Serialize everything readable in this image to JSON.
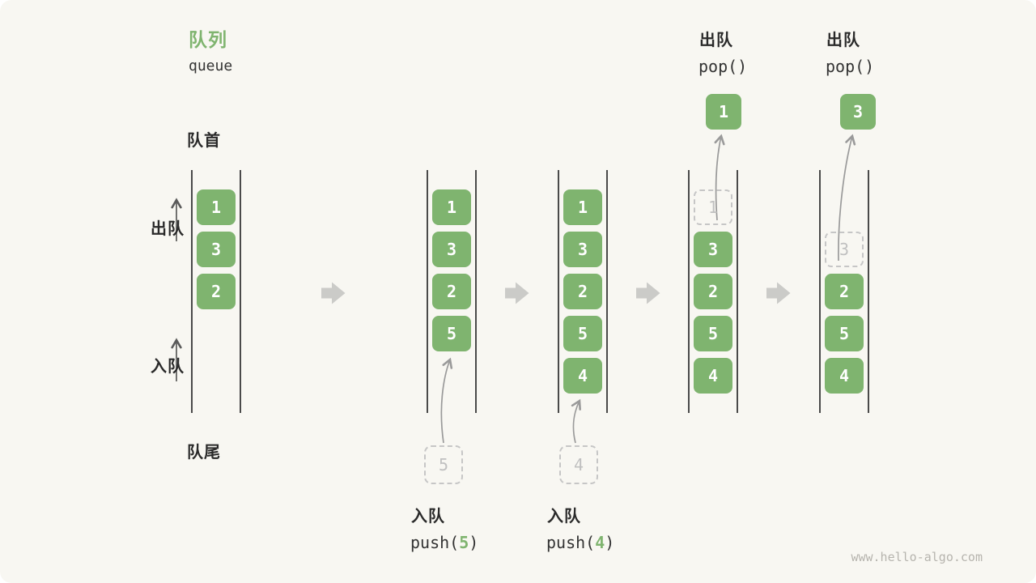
{
  "header": {
    "title": "队列",
    "subtitle": "queue"
  },
  "side_labels": {
    "front": "队首",
    "rear": "队尾",
    "dequeue": "出队",
    "enqueue": "入队"
  },
  "states": [
    {
      "cells": [
        "1",
        "3",
        "2"
      ]
    },
    {
      "cells": [
        "1",
        "3",
        "2",
        "5"
      ],
      "pending": "5",
      "op": {
        "name": "入队",
        "code_pre": "push(",
        "arg": "5",
        "code_post": ")"
      }
    },
    {
      "cells": [
        "1",
        "3",
        "2",
        "5",
        "4"
      ],
      "pending": "4",
      "op": {
        "name": "入队",
        "code_pre": "push(",
        "arg": "4",
        "code_post": ")"
      }
    },
    {
      "cells": [
        "3",
        "2",
        "5",
        "4"
      ],
      "popped": "1",
      "op": {
        "name": "出队",
        "code": "pop()"
      }
    },
    {
      "cells": [
        "2",
        "5",
        "4"
      ],
      "popped": "3",
      "op": {
        "name": "出队",
        "code": "pop()"
      }
    }
  ],
  "watermark": "www.hello-algo.com",
  "colors": {
    "green": "#7fb46f",
    "bg": "#f8f7f2",
    "line": "#4a4a4a",
    "ghost": "#c6c6c6",
    "ghost_text": "#c0c0c0",
    "text": "#2a2a2a",
    "mono_text": "#333333",
    "flow_arrow": "#cbcbc8",
    "watermark": "#b6b4ae"
  }
}
